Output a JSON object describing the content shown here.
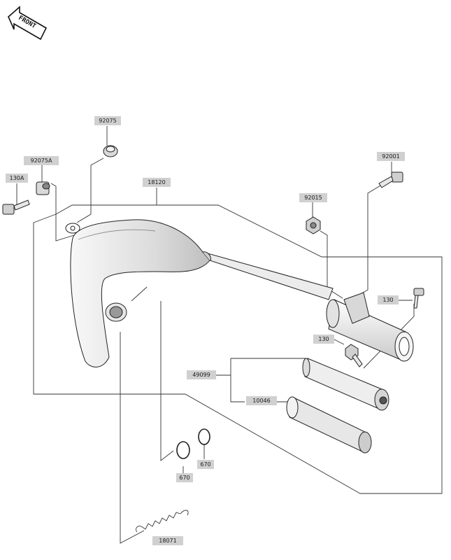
{
  "front_marker": {
    "text": "FRONT"
  },
  "callouts": {
    "p92075": "92075",
    "p92075A": "92075A",
    "p130A": "130A",
    "p18120": "18120",
    "p92001": "92001",
    "p92015": "92015",
    "p130_upper": "130",
    "p130_lower": "130",
    "p49099": "49099",
    "p10046": "10046",
    "p670_left": "670",
    "p670_right": "670",
    "p18071": "18071"
  }
}
